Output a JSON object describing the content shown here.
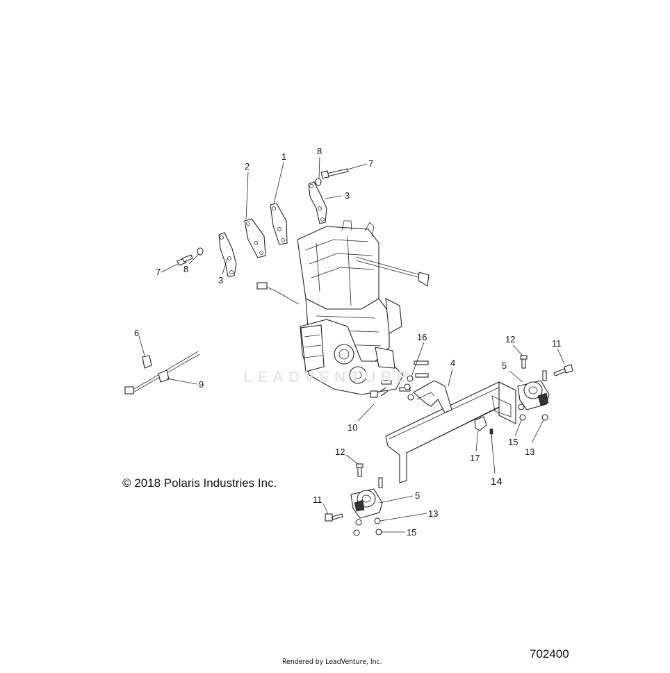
{
  "diagram": {
    "copyright": "© 2018 Polaris Industries Inc.",
    "reference_number": "702400",
    "rendered_by": "Rendered by LeadVenture, Inc.",
    "watermark": "LEADVENTURE",
    "callouts": {
      "c1": "1",
      "c2": "2",
      "c3a": "3",
      "c3b": "3",
      "c4": "4",
      "c5a": "5",
      "c5b": "5",
      "c6": "6",
      "c7a": "7",
      "c7b": "7",
      "c8a": "8",
      "c8b": "8",
      "c9": "9",
      "c10": "10",
      "c11a": "11",
      "c11b": "11",
      "c12a": "12",
      "c12b": "12",
      "c13a": "13",
      "c13b": "13",
      "c14": "14",
      "c15a": "15",
      "c15b": "15",
      "c16": "16",
      "c17": "17"
    }
  }
}
